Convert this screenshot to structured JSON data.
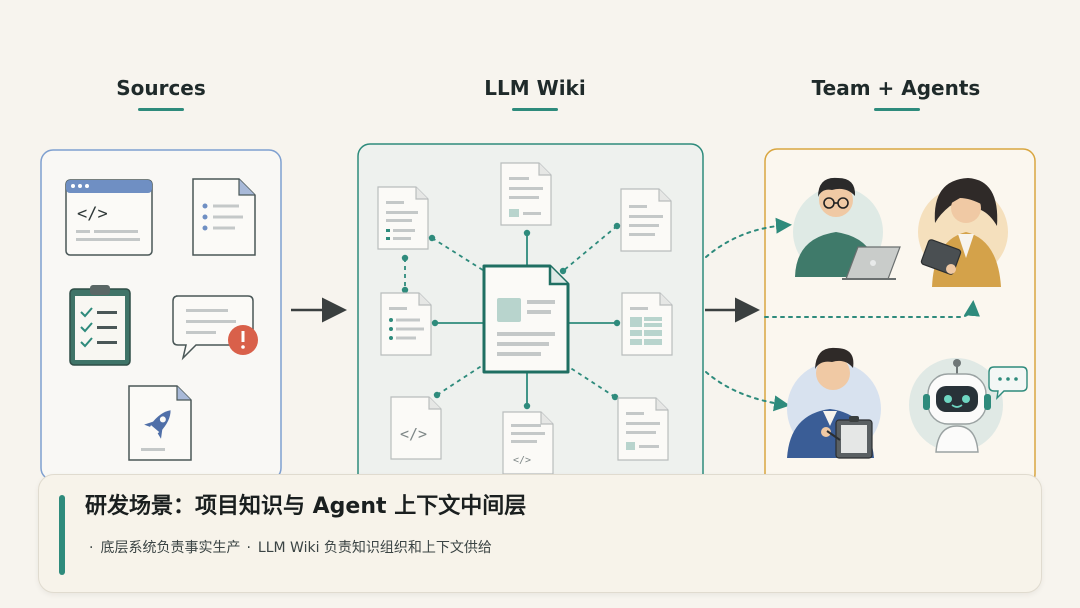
{
  "columns": {
    "sources": "Sources",
    "wiki": "LLM Wiki",
    "team": "Team + Agents"
  },
  "icons": {
    "sources": [
      "code-window-icon",
      "document-list-icon",
      "clipboard-checklist-icon",
      "chat-alert-icon",
      "rocket-document-icon"
    ],
    "wiki_center": "central-wiki-document-icon",
    "team": [
      "developer-glasses-avatar",
      "woman-tablet-avatar",
      "man-clipboard-avatar",
      "robot-chat-avatar"
    ]
  },
  "caption": {
    "title": "研发场景：项目知识与 Agent 上下文中间层",
    "bullet1": "底层系统负责事实生产",
    "bullet2": "LLM Wiki 负责知识组织和上下文供给",
    "bullet_mark": "·"
  },
  "colors": {
    "background": "#f7f4ee",
    "accent": "#2e8b7c",
    "sources_border": "#7fa0d0",
    "wiki_border": "#2e8b7c",
    "team_border": "#d9a640",
    "alert": "#d9604a"
  }
}
